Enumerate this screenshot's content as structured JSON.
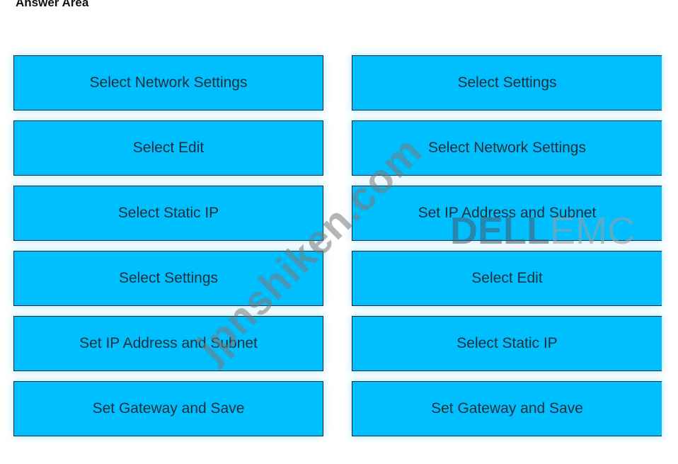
{
  "title": "Answer Area",
  "left_column": {
    "items": [
      {
        "label": "Select Network Settings"
      },
      {
        "label": "Select Edit"
      },
      {
        "label": "Select Static IP"
      },
      {
        "label": "Select Settings"
      },
      {
        "label": "Set IP Address and Subnet"
      },
      {
        "label": "Set Gateway and Save"
      }
    ]
  },
  "right_column": {
    "items": [
      {
        "label": "Select Settings"
      },
      {
        "label": "Select Network Settings"
      },
      {
        "label": "Set IP Address and Subnet"
      },
      {
        "label": "Select Edit"
      },
      {
        "label": "Select Static IP"
      },
      {
        "label": "Set Gateway and Save"
      }
    ]
  },
  "watermark": "jpnshiken.com",
  "brand": {
    "part1": "DELL",
    "part2": "EMC"
  },
  "colors": {
    "item_fill": "#00bfff",
    "item_border": "#1a2a33",
    "text": "#1c2f3a"
  }
}
